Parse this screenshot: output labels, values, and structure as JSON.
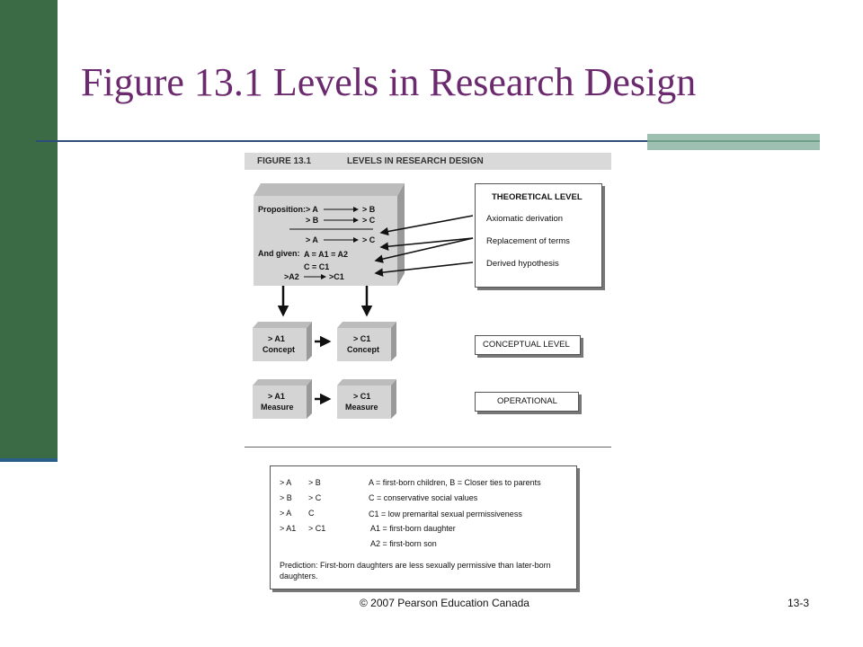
{
  "slide": {
    "title": "Figure 13.1 Levels in Research Design",
    "footer_center": "© 2007 Pearson Education Canada",
    "footer_right": "13-3"
  },
  "figure": {
    "number": "FIGURE 13.1",
    "name": "LEVELS IN RESEARCH DESIGN",
    "proposition_label": "Proposition:",
    "prop_a": "> A",
    "prop_b": "> B",
    "prop_b2": "> B",
    "prop_c": "> C",
    "derived_a": "> A",
    "derived_c": "> C",
    "and_given_label": "And given:",
    "given_eq1": "A = A1 = A2",
    "given_eq2": "C = C1",
    "given_a2": ">A2",
    "given_c1": ">C1",
    "concept_a1_top": "> A1",
    "concept_a1_bottom": "Concept",
    "concept_c1_top": "> C1",
    "concept_c1_bottom": "Concept",
    "measure_a1_top": "> A1",
    "measure_a1_bottom": "Measure",
    "measure_c1_top": "> C1",
    "measure_c1_bottom": "Measure",
    "theoretical_title": "THEORETICAL LEVEL",
    "theoretical_items": [
      "Axiomatic derivation",
      "Replacement of terms",
      "Derived hypothesis"
    ],
    "conceptual_level": "CONCEPTUAL LEVEL",
    "operational_level": "OPERATIONAL"
  },
  "key": {
    "rows": [
      {
        "left": "> A",
        "right": "> B",
        "def": "A = first-born children, B = Closer ties to parents"
      },
      {
        "left": "> B",
        "right": "> C",
        "def": "C = conservative social values"
      },
      {
        "left": "> A",
        "right": "C",
        "def": "C1 = low premarital sexual permissiveness"
      },
      {
        "left": "> A1",
        "right": "> C1",
        "def": "A1 = first-born daughter"
      },
      {
        "left": "",
        "right": "",
        "def": "A2 = first-born son"
      }
    ],
    "prediction": "Prediction: First-born daughters are less sexually permissive than later-born daughters."
  },
  "colors": {
    "sidebar": "#3a6b45",
    "title": "#6b2a6e",
    "rule": "#2e4d7a",
    "accent_block": "#9ec0b0"
  }
}
